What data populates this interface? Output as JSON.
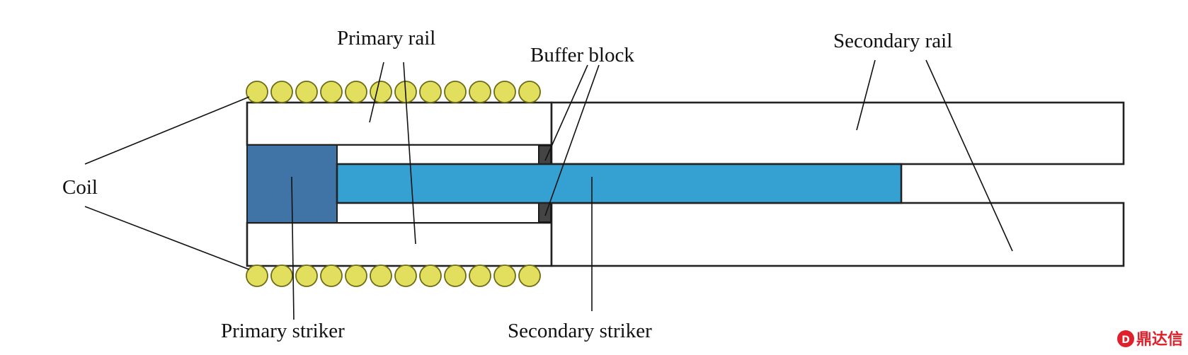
{
  "labels": {
    "primary_rail": "Primary rail",
    "buffer_block": "Buffer block",
    "secondary_rail": "Secondary rail",
    "coil": "Coil",
    "primary_striker": "Primary striker",
    "secondary_striker": "Secondary striker"
  },
  "watermark": {
    "text": "鼎达信",
    "icon": "logo-badge-icon",
    "color": "#e0202a"
  },
  "colors": {
    "coil": "#e3df5e",
    "coil_stroke": "#6d6a14",
    "primary_striker": "#4174a6",
    "secondary_striker": "#35a0d2",
    "buffer_block": "#444444"
  }
}
